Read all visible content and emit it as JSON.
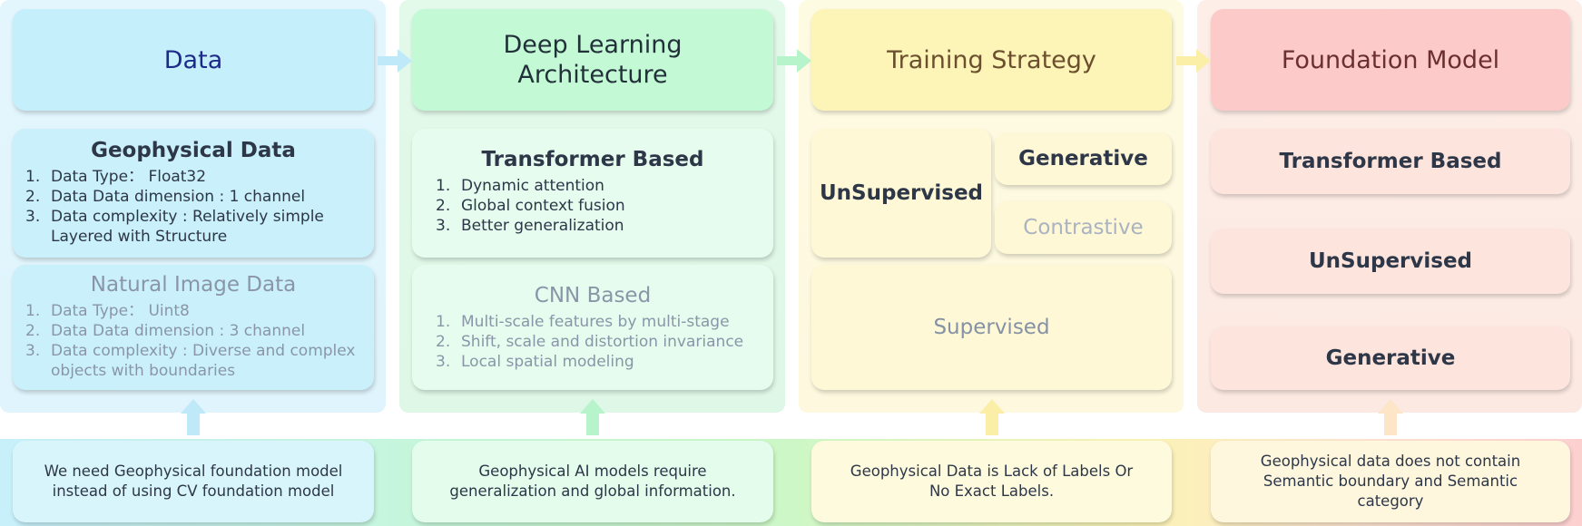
{
  "columns": {
    "data": {
      "header": "Data",
      "card1": {
        "title": "Geophysical Data",
        "items": [
          "Data Type： Float32",
          "Data Data dimension : 1 channel",
          "Data complexity : Relatively simple Layered with Structure"
        ]
      },
      "card2": {
        "title": "Natural Image Data",
        "items": [
          "Data Type： Uint8",
          "Data Data dimension : 3 channel",
          "Data complexity : Diverse and complex objects with boundaries"
        ]
      },
      "note": "We need Geophysical foundation model instead of using CV foundation model"
    },
    "dl": {
      "header": "Deep Learning Architecture",
      "card1": {
        "title": "Transformer Based",
        "items": [
          "Dynamic attention",
          "Global context fusion",
          "Better generalization"
        ]
      },
      "card2": {
        "title": "CNN Based",
        "items": [
          "Multi-scale features by multi-stage",
          "Shift, scale and distortion invariance",
          "Local spatial modeling"
        ]
      },
      "note": "Geophysical AI models require generalization and global information."
    },
    "training": {
      "header": "Training Strategy",
      "unsupervised": "UnSupervised",
      "generative": "Generative",
      "contrastive": "Contrastive",
      "supervised": "Supervised",
      "note": "Geophysical Data is Lack of Labels Or No Exact Labels."
    },
    "fm": {
      "header": "Foundation Model",
      "items": [
        "Transformer Based",
        "UnSupervised",
        "Generative"
      ],
      "note": "Geophysical data does not contain Semantic boundary and Semantic category"
    }
  },
  "colors": {
    "data_accent": "#c6effc",
    "dl_accent": "#c3f9d5",
    "training_accent": "#fdf4b8",
    "fm_accent": "#fdcaca"
  }
}
